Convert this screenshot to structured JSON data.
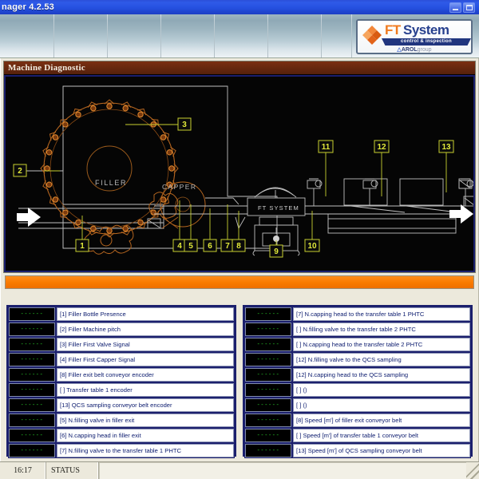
{
  "window": {
    "title": "nager 4.2.53",
    "buttons": {
      "minimize": "minimize-icon",
      "restore": "restore-icon"
    }
  },
  "logo": {
    "ft": "FT",
    "system": "System",
    "tagline": "control & inspection",
    "group_mark": "△",
    "group_name": "AROL",
    "group_suffix": "group"
  },
  "panel": {
    "title": "Machine Diagnostic"
  },
  "diagram": {
    "filler_label": "FILLER",
    "capper_label": "CAPPER",
    "inspector_label": "FT SYSTEM",
    "callouts": [
      "1",
      "2",
      "3",
      "4",
      "5",
      "6",
      "7",
      "8",
      "9",
      "10",
      "11",
      "12",
      "13"
    ],
    "flow_in": "arrow-right-icon",
    "flow_out": "arrow-right-icon",
    "colors": {
      "background": "#050505",
      "line": "#c9c9c9",
      "carousel": "#c9702a",
      "callout": "#e2ea3a",
      "panel_border": "#1a1f6e"
    }
  },
  "progress": {
    "percent": 100,
    "color": "#f97a00"
  },
  "lists": {
    "value_placeholder": "------",
    "left": [
      {
        "value": "------",
        "label": "[1] Filler Bottle Presence"
      },
      {
        "value": "------",
        "label": "[2] Filler Machine pitch"
      },
      {
        "value": "------",
        "label": "[3] Filler First Valve Signal"
      },
      {
        "value": "------",
        "label": "[4] Filler First Capper Signal"
      },
      {
        "value": "------",
        "label": "[8] Filler exit belt conveyor encoder"
      },
      {
        "value": "------",
        "label": "[ ] Transfer table 1 encoder"
      },
      {
        "value": "------",
        "label": "[13] QCS sampling conveyor belt encoder"
      },
      {
        "value": "------",
        "label": "[5] N.filling valve in filler exit"
      },
      {
        "value": "------",
        "label": "[6] N.capping head in filler exit"
      },
      {
        "value": "------",
        "label": "[7] N.filling valve to the transfer table 1 PHTC"
      }
    ],
    "right": [
      {
        "value": "------",
        "label": "[7] N.capping head to the transfer table 1 PHTC"
      },
      {
        "value": "------",
        "label": "[ ] N.filling valve to the transfer table 2 PHTC"
      },
      {
        "value": "------",
        "label": "[ ] N.capping head to the transfer table 2 PHTC"
      },
      {
        "value": "------",
        "label": "[12] N.filling valve to the QCS sampling"
      },
      {
        "value": "------",
        "label": "[12] N.capping head to the QCS sampling"
      },
      {
        "value": "------",
        "label": "[ ] ()"
      },
      {
        "value": "------",
        "label": "[ ] ()"
      },
      {
        "value": "------",
        "label": "[8] Speed [m'] of filler exit conveyor belt"
      },
      {
        "value": "------",
        "label": "[ ] Speed [m'] of transfer table 1 conveyor belt"
      },
      {
        "value": "------",
        "label": "[13] Speed [m'] of QCS sampling conveyor belt"
      }
    ]
  },
  "statusbar": {
    "time": "16:17",
    "status_label": "STATUS",
    "message": ""
  }
}
